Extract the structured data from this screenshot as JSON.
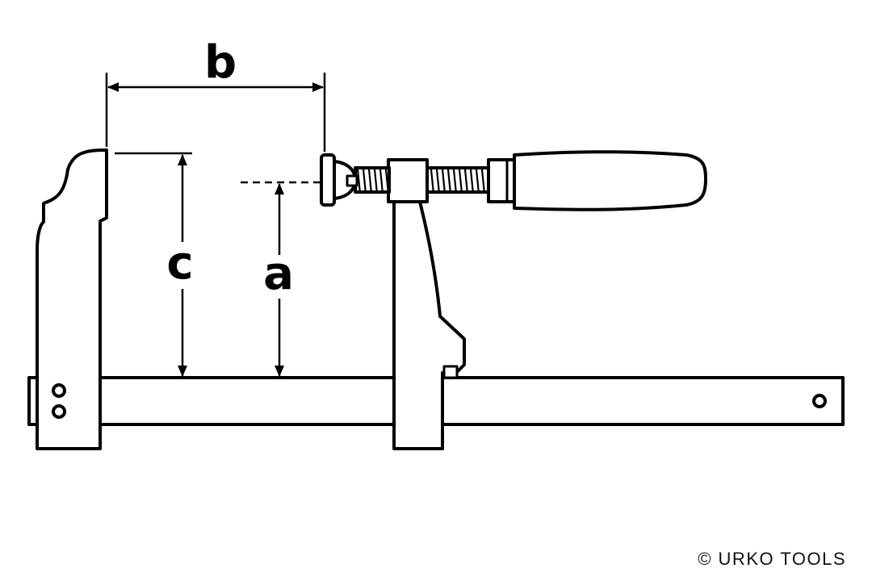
{
  "dimensions": {
    "a": "a",
    "b": "b",
    "c": "c"
  },
  "copyright": "© URKO TOOLS"
}
